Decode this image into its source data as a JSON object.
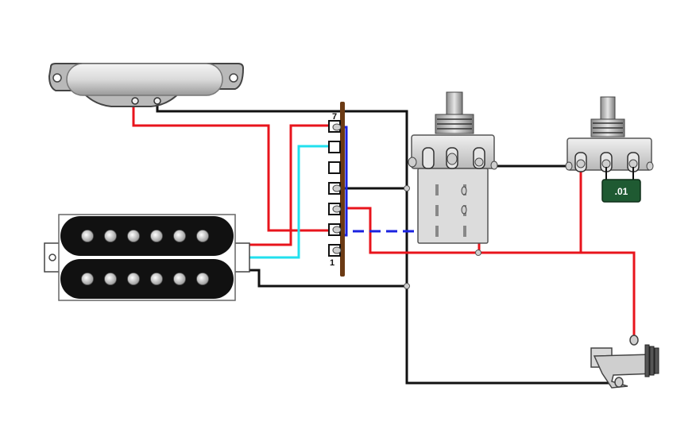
{
  "diagram": {
    "switch_labels": {
      "top": "7",
      "bottom": "1"
    },
    "capacitor_label": ".01",
    "wire_colors": {
      "hot": "#e8141c",
      "ground": "#111111",
      "coil_blue": "#1a22e0",
      "coil_cyan": "#22e0ee",
      "switch_body": "#6b3a14",
      "capacitor": "#1f5a32"
    },
    "components": [
      "single-coil-pickup",
      "humbucker-pickup",
      "7-terminal-switch",
      "push-pull-pot",
      "pot",
      "capacitor",
      "output-jack"
    ]
  }
}
